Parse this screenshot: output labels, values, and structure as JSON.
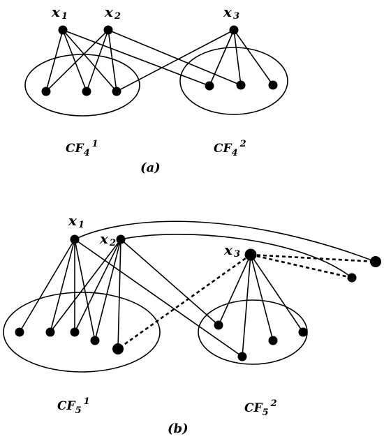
{
  "diagram_a": {
    "caption": "(a)",
    "vertices": {
      "x1": {
        "letter": "x",
        "sub": "1"
      },
      "x2": {
        "letter": "x",
        "sub": "2"
      },
      "x3": {
        "letter": "x",
        "sub": "3"
      }
    },
    "clusters": {
      "left": {
        "base": "CF",
        "sub": "4",
        "sup": "1"
      },
      "right": {
        "base": "CF",
        "sub": "4",
        "sup": "2"
      }
    }
  },
  "diagram_b": {
    "caption": "(b)",
    "vertices": {
      "x1": {
        "letter": "x",
        "sub": "1"
      },
      "x2": {
        "letter": "x",
        "sub": "2"
      },
      "x3": {
        "letter": "x",
        "sub": "3"
      }
    },
    "clusters": {
      "left": {
        "base": "CF",
        "sub": "5",
        "sup": "1"
      },
      "right": {
        "base": "CF",
        "sub": "5",
        "sup": "2"
      }
    }
  }
}
